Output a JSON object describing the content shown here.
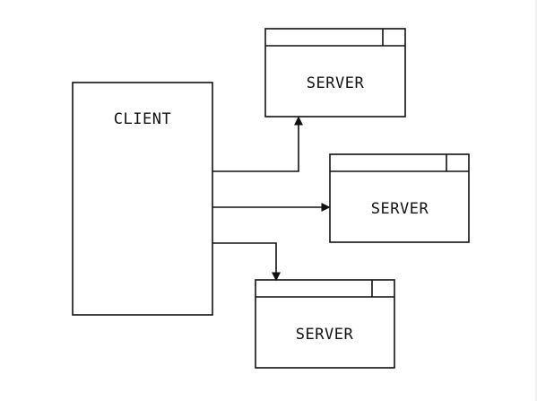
{
  "diagram": {
    "client": {
      "label": "CLIENT"
    },
    "servers": [
      {
        "label": "SERVER"
      },
      {
        "label": "SERVER"
      },
      {
        "label": "SERVER"
      }
    ]
  },
  "colors": {
    "stroke": "#111111",
    "background": "#ffffff"
  }
}
